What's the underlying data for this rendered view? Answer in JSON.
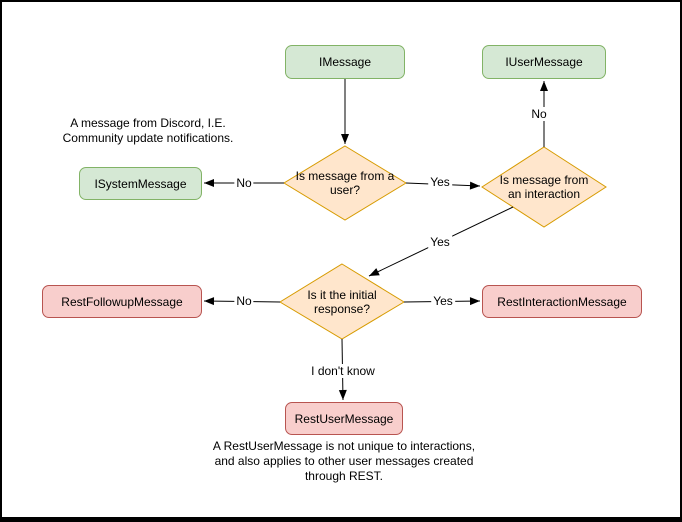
{
  "diagram": {
    "nodes": {
      "imessage": {
        "label": "IMessage"
      },
      "iusermessage": {
        "label": "IUserMessage"
      },
      "isystemmessage": {
        "label": "ISystemMessage"
      },
      "is_message_from_user": {
        "label": "Is message from a user?"
      },
      "is_message_from_interaction": {
        "label": "Is message from an interaction"
      },
      "is_initial_response": {
        "label": "Is it the initial response?"
      },
      "restfollowupmessage": {
        "label": "RestFollowupMessage"
      },
      "restinteractionmessage": {
        "label": "RestInteractionMessage"
      },
      "restusermessage": {
        "label": "RestUserMessage"
      }
    },
    "edge_labels": {
      "user_no": "No",
      "user_yes": "Yes",
      "interaction_no": "No",
      "interaction_yes": "Yes",
      "initial_no": "No",
      "initial_yes": "Yes",
      "initial_unknown": "I don't know"
    },
    "annotations": {
      "system_note_lines": [
        "A message from Discord, I.E.",
        "Community update notifications."
      ],
      "rest_note_lines": [
        "A RestUserMessage is not unique to interactions,",
        "and also applies to other user messages created",
        "through REST."
      ]
    },
    "colors": {
      "interface_fill": "#d5e8d4",
      "interface_stroke": "#82b366",
      "decision_fill": "#ffe6cc",
      "decision_stroke": "#d79b00",
      "rest_fill": "#f8cecc",
      "rest_stroke": "#b85450",
      "edge": "#000000",
      "text": "#000000",
      "background": "#ffffff"
    }
  }
}
